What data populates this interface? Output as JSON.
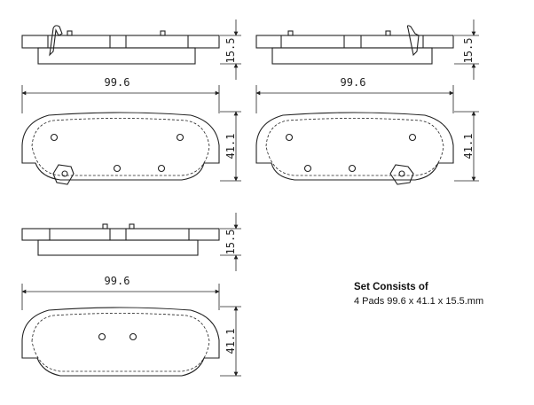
{
  "drawing": {
    "pads": [
      {
        "id": "pad-1",
        "length_label": "99.6",
        "height_label": "41.1",
        "thickness_label": "15.5",
        "wear_indicator": true
      },
      {
        "id": "pad-2",
        "length_label": "99.6",
        "height_label": "41.1",
        "thickness_label": "15.5",
        "wear_indicator": true
      },
      {
        "id": "pad-3",
        "length_label": "99.6",
        "height_label": "41.1",
        "thickness_label": "15.5",
        "wear_indicator": false
      }
    ]
  },
  "note": {
    "title": "Set Consists of",
    "text": "4 Pads 99.6 x 41.1 x 15.5.mm"
  }
}
